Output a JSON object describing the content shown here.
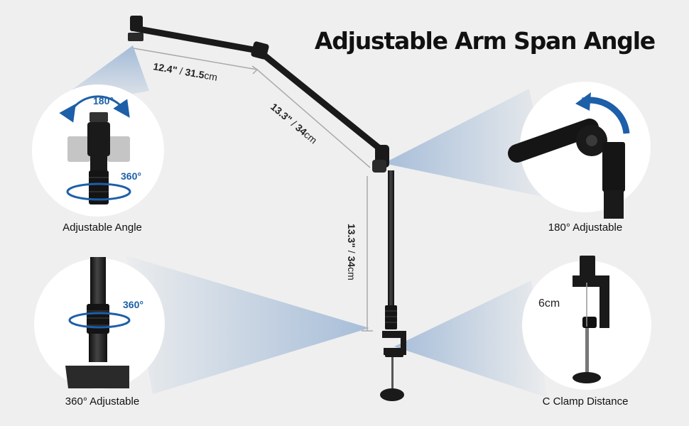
{
  "title": "Adjustable Arm Span Angle",
  "measurements": {
    "upper_arm": {
      "inch": "12.4\"",
      "sep": " / ",
      "cm_num": "31.5",
      "cm_unit": "cm"
    },
    "middle_arm": {
      "inch": "13.3\"",
      "sep": " / ",
      "cm_num": "34",
      "cm_unit": "cm"
    },
    "pole": {
      "inch": "13.3\"",
      "sep": " / ",
      "cm_num": "34",
      "cm_unit": "cm"
    }
  },
  "features": {
    "adjustable_angle": {
      "caption": "Adjustable Angle",
      "tilt": "180°",
      "rotate": "360°"
    },
    "adjustable_180": {
      "caption": "180° Adjustable"
    },
    "adjustable_360": {
      "caption": "360° Adjustable",
      "rotate": "360°"
    },
    "clamp": {
      "caption": "C Clamp Distance",
      "distance": "6cm"
    }
  },
  "colors": {
    "accent": "#1d5fa8",
    "background": "#efefef",
    "metal": "#1f1f1f",
    "beam": "#b7c9de"
  },
  "icons": [
    "rotate-arrow-icon",
    "curved-arrow-icon"
  ]
}
